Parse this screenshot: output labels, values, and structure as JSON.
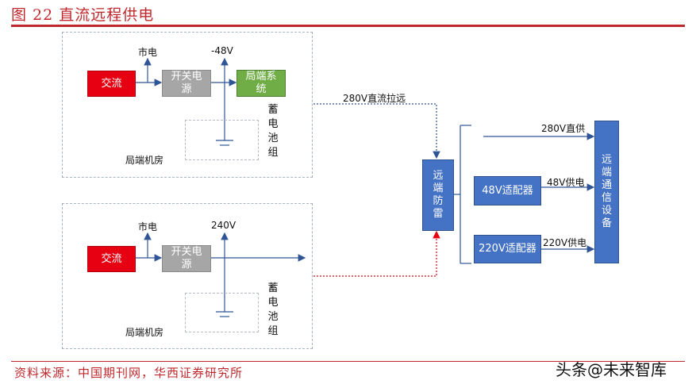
{
  "title": "图 22  直流远程供电",
  "source": "资料来源：中国期刊网，华西证券研究所",
  "watermark": "头条@未来智库",
  "top_room": {
    "ac": "交流",
    "mains": "市电",
    "switch_ps": "开关电源",
    "voltage": "-48V",
    "local_system": "局端系统",
    "battery": "蓄电池组",
    "room": "局端机房"
  },
  "bottom_room": {
    "ac": "交流",
    "mains": "市电",
    "switch_ps": "开关电源",
    "voltage": "240V",
    "battery": "蓄电池组",
    "room": "局端机房"
  },
  "link_label": "280V直流拉远",
  "lightning": "远端防雷",
  "adapter_48": "48V适配器",
  "adapter_220": "220V适配器",
  "feed_280": "280V直供",
  "feed_48": "48V供电",
  "feed_220": "220V供电",
  "remote_equipment": "远端通信设备",
  "colors": {
    "title_red": "#c0282d",
    "ac_red": "#e60012",
    "switch_gray": "#a6a6a6",
    "system_green": "#70ad47",
    "device_blue": "#4472c4"
  }
}
